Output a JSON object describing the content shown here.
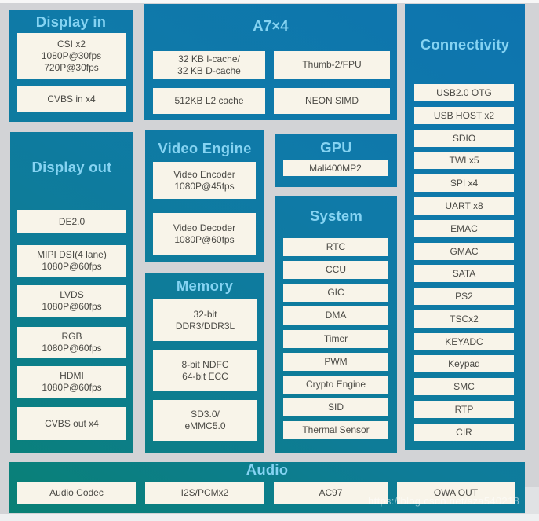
{
  "colors": {
    "gradient_start": "#0e74b0",
    "gradient_end": "#098173",
    "box_background": "#f8f4e9",
    "box_text": "#4b4a45",
    "header_text": "#85d3f2",
    "page_background": "#d2d3d6"
  },
  "watermark": "https://blog.csdn.net/sza540218",
  "sections": {
    "display_in": {
      "title": "Display in",
      "boxes": [
        "CSI x2\n1080P@30fps\n720P@30fps",
        "CVBS in x4"
      ]
    },
    "a7": {
      "title": "A7×4",
      "boxes": [
        "32 KB I-cache/\n32 KB D-cache",
        "Thumb-2/FPU",
        "512KB L2 cache",
        "NEON SIMD"
      ]
    },
    "connectivity": {
      "title": "Connectivity",
      "boxes": [
        "USB2.0 OTG",
        "USB HOST x2",
        "SDIO",
        "TWI x5",
        "SPI x4",
        "UART x8",
        "EMAC",
        "GMAC",
        "SATA",
        "PS2",
        "TSCx2",
        "KEYADC",
        "Keypad",
        "SMC",
        "RTP",
        "CIR"
      ]
    },
    "display_out": {
      "title": "Display out",
      "boxes": [
        "DE2.0",
        "MIPI DSI(4 lane)\n1080P@60fps",
        "LVDS\n1080P@60fps",
        "RGB\n1080P@60fps",
        "HDMI\n1080P@60fps",
        "CVBS out x4"
      ]
    },
    "video_engine": {
      "title": "Video Engine",
      "boxes": [
        "Video Encoder\n1080P@45fps",
        "Video Decoder\n1080P@60fps"
      ]
    },
    "gpu": {
      "title": "GPU",
      "boxes": [
        "Mali400MP2"
      ]
    },
    "system": {
      "title": "System",
      "boxes": [
        "RTC",
        "CCU",
        "GIC",
        "DMA",
        "Timer",
        "PWM",
        "Crypto Engine",
        "SID",
        "Thermal Sensor"
      ]
    },
    "memory": {
      "title": "Memory",
      "boxes": [
        "32-bit\nDDR3/DDR3L",
        "8-bit NDFC\n64-bit ECC",
        "SD3.0/\neMMC5.0"
      ]
    },
    "audio": {
      "title": "Audio",
      "boxes": [
        "Audio Codec",
        "I2S/PCMx2",
        "AC97",
        "OWA OUT"
      ]
    }
  }
}
